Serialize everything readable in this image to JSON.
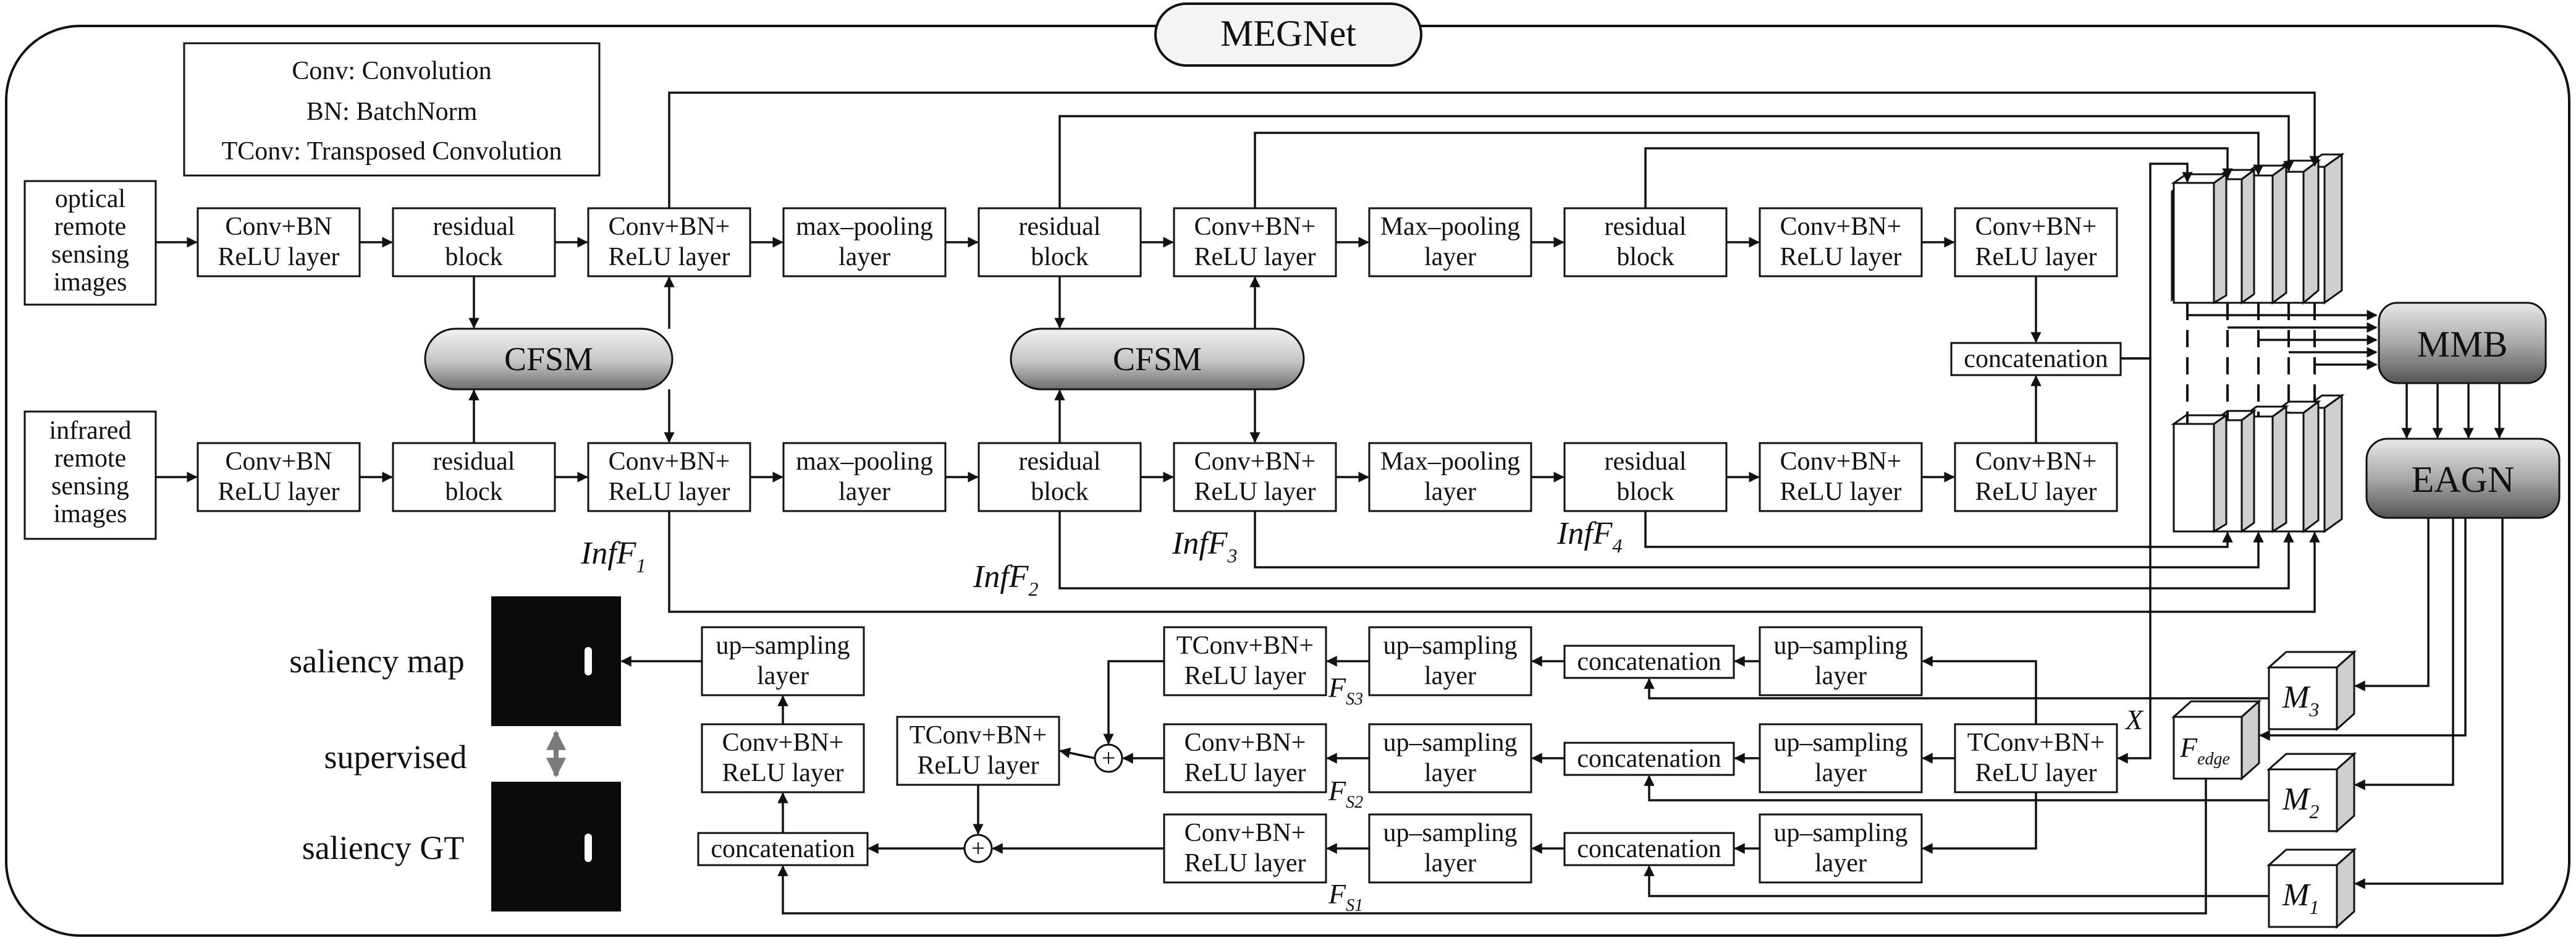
{
  "title": "MEGNet",
  "legend": [
    "Conv: Convolution",
    "BN: BatchNorm",
    "TConv: Transposed Convolution"
  ],
  "inputs": {
    "optical": [
      "optical",
      "remote",
      "sensing",
      "images"
    ],
    "infrared": [
      "infrared",
      "remote",
      "sensing",
      "images"
    ]
  },
  "encoder_row": [
    [
      "Conv+BN",
      "ReLU layer"
    ],
    [
      "residual",
      "block"
    ],
    [
      "Conv+BN+",
      "ReLU layer"
    ],
    [
      "max–pooling",
      "layer"
    ],
    [
      "residual",
      "block"
    ],
    [
      "Conv+BN+",
      "ReLU layer"
    ],
    [
      "Max–pooling",
      "layer"
    ],
    [
      "residual",
      "block"
    ],
    [
      "Conv+BN+",
      "ReLU layer"
    ],
    [
      "Conv+BN+",
      "ReLU layer"
    ]
  ],
  "cfsm": "CFSM",
  "concatenation": "concatenation",
  "mmb": "MMB",
  "eagn": "EAGN",
  "inf_labels": [
    {
      "main": "InfF",
      "sub": "1"
    },
    {
      "main": "InfF",
      "sub": "2"
    },
    {
      "main": "InfF",
      "sub": "3"
    },
    {
      "main": "InfF",
      "sub": "4"
    }
  ],
  "f_labels": [
    {
      "main": "F",
      "sub": "S3"
    },
    {
      "main": "F",
      "sub": "S2"
    },
    {
      "main": "F",
      "sub": "S1"
    }
  ],
  "x_label": "X",
  "f_edge": {
    "main": "F",
    "sub": "edge"
  },
  "m_labels": [
    {
      "main": "M",
      "sub": "3"
    },
    {
      "main": "M",
      "sub": "2"
    },
    {
      "main": "M",
      "sub": "1"
    }
  ],
  "decoder": {
    "upsampling": [
      "up–sampling",
      "layer"
    ],
    "tconv": [
      "TConv+BN+",
      "ReLU layer"
    ],
    "conv": [
      "Conv+BN+",
      "ReLU layer"
    ],
    "plus": "+"
  },
  "outputs": {
    "saliency_map": "saliency map",
    "supervised": "supervised",
    "saliency_gt": "saliency GT"
  }
}
